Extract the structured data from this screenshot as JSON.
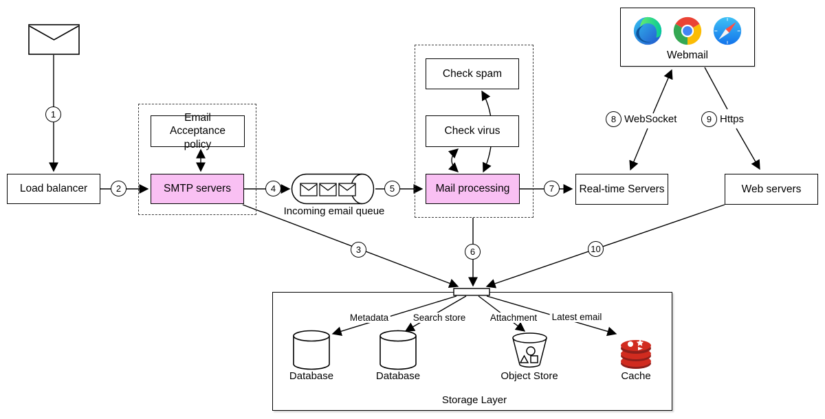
{
  "nodes": {
    "load_balancer": {
      "label": "Load balancer"
    },
    "email_acceptance_policy": {
      "label": "Email Acceptance policy"
    },
    "smtp_servers": {
      "label": "SMTP servers"
    },
    "incoming_email_queue": {
      "label": "Incoming email queue"
    },
    "check_spam": {
      "label": "Check spam"
    },
    "check_virus": {
      "label": "Check virus"
    },
    "mail_processing": {
      "label": "Mail processing"
    },
    "realtime_servers": {
      "label": "Real-time Servers"
    },
    "web_servers": {
      "label": "Web servers"
    },
    "webmail": {
      "label": "Webmail"
    }
  },
  "storage": {
    "label": "Storage Layer",
    "items": [
      {
        "label": "Database",
        "edge_label": "Metadata",
        "icon": "database-cylinder-icon"
      },
      {
        "label": "Database",
        "edge_label": "Search store",
        "icon": "database-cylinder-icon"
      },
      {
        "label": "Object Store",
        "edge_label": "Attachment",
        "icon": "object-store-bucket-icon"
      },
      {
        "label": "Cache",
        "edge_label": "Latest email",
        "icon": "redis-cache-icon"
      }
    ]
  },
  "steps": [
    "1",
    "2",
    "3",
    "4",
    "5",
    "6",
    "7",
    "8",
    "9",
    "10"
  ],
  "edge_labels": {
    "websocket": "WebSocket",
    "https": "Https"
  },
  "icons": {
    "sender": "envelope-icon",
    "queue": "email-queue-icon",
    "webmail_browsers": [
      "edge-browser-icon",
      "chrome-browser-icon",
      "safari-browser-icon"
    ]
  },
  "colors": {
    "node_highlight": "#F9C0F3",
    "line": "#000000",
    "redis_red": "#D12B1F",
    "redis_dark_red": "#8E1F1B",
    "chrome_red": "#EA4335",
    "chrome_green": "#34A853",
    "chrome_yellow": "#FBBC05",
    "chrome_blue": "#4285F4",
    "safari_blue": "#1E9BF6",
    "edge_blue": "#0C59A4",
    "edge_light_blue": "#35C1F1",
    "edge_green": "#66EB6E"
  }
}
